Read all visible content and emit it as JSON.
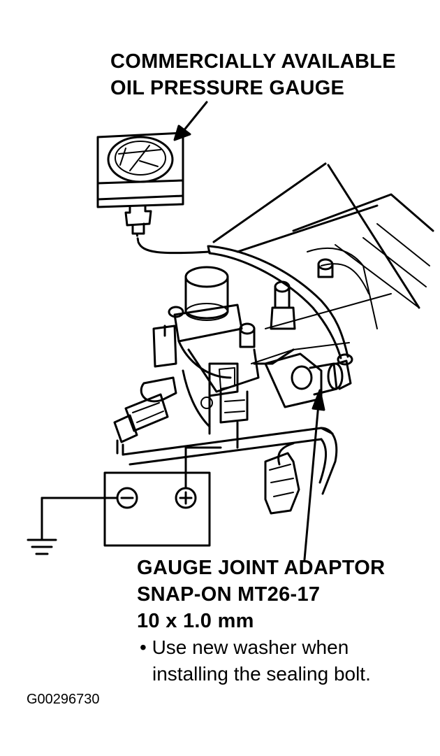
{
  "labels": {
    "gauge_line1": "COMMERCIALLY AVAILABLE",
    "gauge_line2": "OIL PRESSURE GAUGE",
    "adaptor_line1": "GAUGE JOINT ADAPTOR",
    "adaptor_line2": "SNAP-ON MT26-17",
    "adaptor_line3": "10 x 1.0 mm",
    "note_line1": "• Use new washer when",
    "note_line2": "installing the sealing bolt.",
    "figure_code": "G00296730"
  },
  "symbols": {
    "minus_terminal": "minus-sign-icon",
    "plus_terminal": "plus-sign-icon",
    "ground": "ground-symbol-icon"
  },
  "colors": {
    "line": "#000000",
    "background": "#ffffff"
  }
}
